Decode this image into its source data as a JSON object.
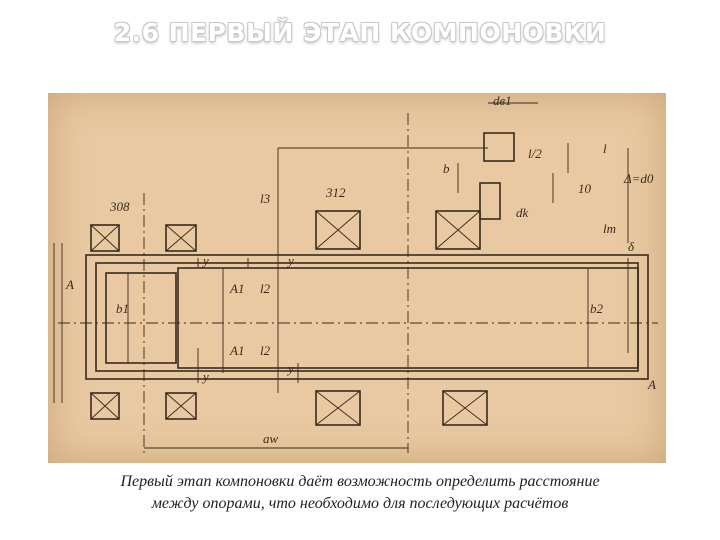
{
  "title": "2.6 ПЕРВЫЙ ЭТАП КОМПОНОВКИ",
  "drawing": {
    "labels": {
      "bearing_left": "308",
      "bearing_right": "312",
      "dim_aw": "aw",
      "dim_l3": "l3",
      "dim_l2_top": "l2",
      "dim_l2_bottom": "l2",
      "dim_l1_half": "l/2",
      "dim_l": "l",
      "dim_10": "10",
      "dim_d_delta": "Δ=d0",
      "dim_lt": "lт",
      "dim_b1": "b1",
      "dim_b2": "b2",
      "dim_A1_top": "A1",
      "dim_A1_bottom": "A1",
      "dim_y_top": "y",
      "dim_y_mid": "y",
      "dim_y_bot": "y",
      "dim_y_bot2": "y",
      "dim_b": "b",
      "dim_dv1": "dв1",
      "dim_dk": "dk",
      "mark_A_left": "A",
      "mark_A_right": "A",
      "dim_delta": "δ"
    },
    "colors": {
      "paper": "#e8c9a1",
      "ink": "#3a2a1e"
    }
  },
  "caption": {
    "line1": "Первый этап компоновки даёт возможность определить расстояние",
    "line2": "между опорами, что необходимо для последующих расчётов"
  }
}
